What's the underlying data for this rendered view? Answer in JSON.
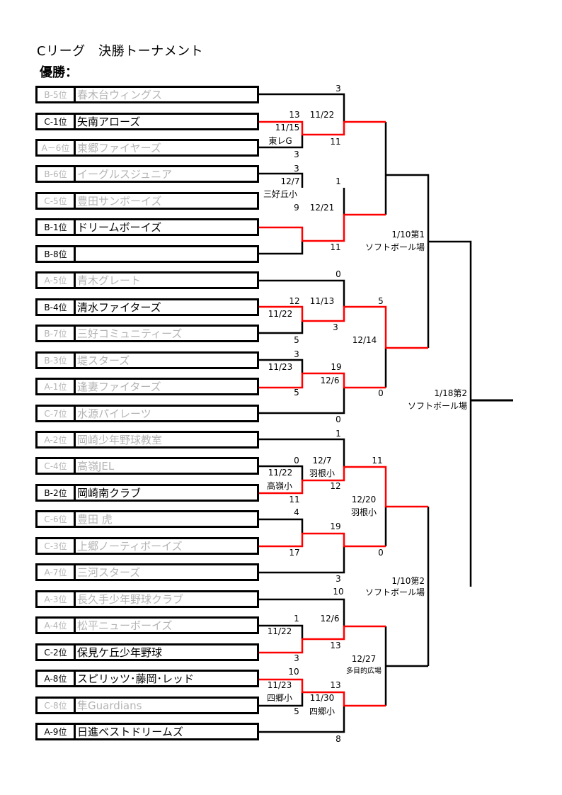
{
  "header": {
    "title": "Cリーグ　決勝トーナメント",
    "champion_label": "優勝："
  },
  "teams": [
    {
      "rank": "B-5位",
      "name": "春木台ウィングス",
      "advanced": false
    },
    {
      "rank": "C-1位",
      "name": "矢南アローズ",
      "advanced": true
    },
    {
      "rank": "A－6位",
      "name": "東郷ファイヤーズ",
      "advanced": false
    },
    {
      "rank": "B-6位",
      "name": "イーグルスジュニア",
      "advanced": false
    },
    {
      "rank": "C-5位",
      "name": "豊田サンボーイズ",
      "advanced": false
    },
    {
      "rank": "B-1位",
      "name": "ドリームボーイズ",
      "advanced": true
    },
    {
      "rank": "B-8位",
      "name": "",
      "advanced": true
    },
    {
      "rank": "A-5位",
      "name": "青木グレート",
      "advanced": false
    },
    {
      "rank": "B-4位",
      "name": "清水ファイターズ",
      "advanced": true
    },
    {
      "rank": "B-7位",
      "name": "三好コミュニティーズ",
      "advanced": false
    },
    {
      "rank": "B-3位",
      "name": "堤スターズ",
      "advanced": false
    },
    {
      "rank": "A-1位",
      "name": "逢妻ファイターズ",
      "advanced": false
    },
    {
      "rank": "C-7位",
      "name": "水源パイレーツ",
      "advanced": false
    },
    {
      "rank": "A-2位",
      "name": "岡崎少年野球教室",
      "advanced": false
    },
    {
      "rank": "C-4位",
      "name": "高嶺JEL",
      "advanced": false
    },
    {
      "rank": "B-2位",
      "name": "岡崎南クラブ",
      "advanced": true
    },
    {
      "rank": "C-6位",
      "name": "豊田 虎",
      "advanced": false
    },
    {
      "rank": "C-3位",
      "name": "上郷ノーティボーイズ",
      "advanced": false
    },
    {
      "rank": "A-7位",
      "name": "三河スターズ",
      "advanced": false
    },
    {
      "rank": "A-3位",
      "name": "長久手少年野球クラブ",
      "advanced": false
    },
    {
      "rank": "A-4位",
      "name": "松平ニューボーイズ",
      "advanced": false
    },
    {
      "rank": "C-2位",
      "name": "保見ケ丘少年野球",
      "advanced": true
    },
    {
      "rank": "A-8位",
      "name": "スピリッツ･藤岡･レッド",
      "advanced": true
    },
    {
      "rank": "C-8位",
      "name": "隼Guardians",
      "advanced": false
    },
    {
      "rank": "A-9位",
      "name": "日進ベストドリームズ",
      "advanced": true
    }
  ],
  "annotations": [
    "3",
    "13",
    "11/22",
    "11/15",
    "東レG",
    "11",
    "3",
    "3",
    "12/7",
    "1",
    "三好丘小",
    "9",
    "12/21",
    "11",
    "1/10第1",
    "ソフトボール場",
    "0",
    "12",
    "11/13",
    "11/22",
    "3",
    "5",
    "5",
    "12/14",
    "3",
    "11/23",
    "19",
    "12/6",
    "5",
    "0",
    "0",
    "1/18第2",
    "ソフトボール場",
    "1",
    "0",
    "12/7",
    "11/22",
    "羽根小",
    "高嶺小",
    "12",
    "11",
    "11",
    "12/20",
    "羽根小",
    "4",
    "19",
    "17",
    "0",
    "3",
    "1/10第2",
    "ソフトボール場",
    "10",
    "1",
    "12/6",
    "11/22",
    "13",
    "3",
    "12/27",
    "多目的広場",
    "10",
    "11/23",
    "13",
    "四郷小",
    "11/30",
    "5",
    "四郷小",
    "8"
  ],
  "colors": {
    "winner_line": "#ff0000",
    "line": "#000000",
    "eliminated_text": "#b4b4b4"
  }
}
